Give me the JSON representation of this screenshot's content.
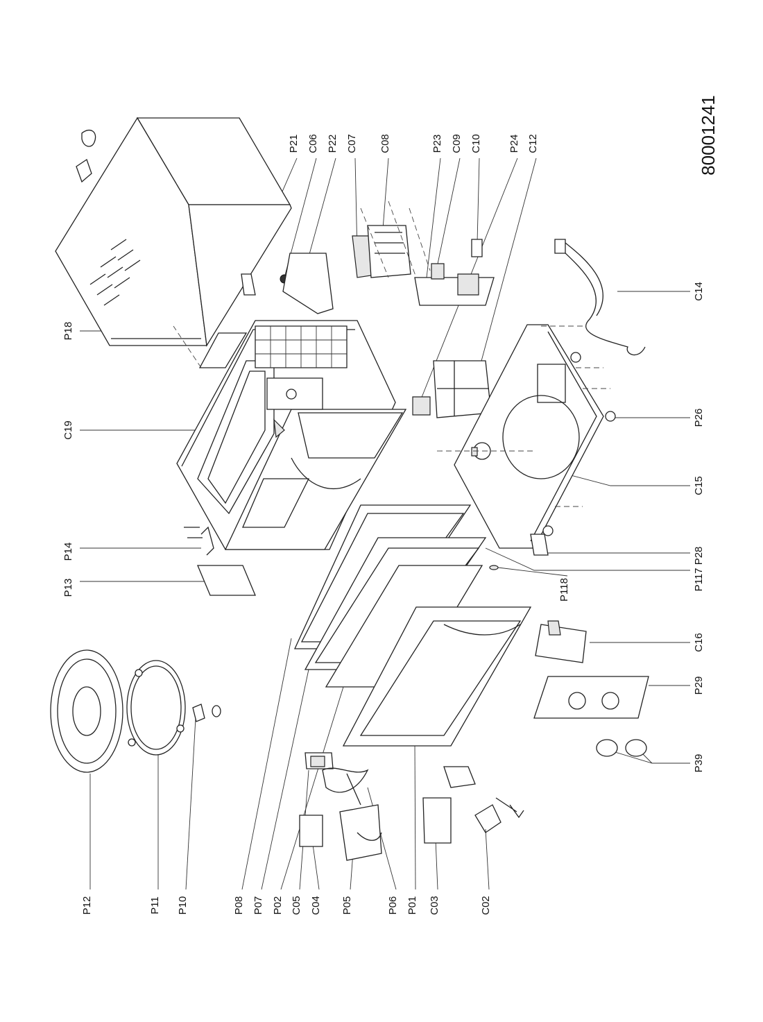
{
  "document_number": "80001241",
  "labels": {
    "P12": "P12",
    "P11": "P11",
    "P10": "P10",
    "P08": "P08",
    "P07": "P07",
    "P02": "P02",
    "C05": "C05",
    "C04": "C04",
    "P05": "P05",
    "P06": "P06",
    "P01": "P01",
    "C03": "C03",
    "C02": "C02",
    "P13": "P13",
    "P14": "P14",
    "C19": "C19",
    "P18": "P18",
    "P21": "P21",
    "C06": "C06",
    "P22": "P22",
    "C07": "C07",
    "C08": "C08",
    "P23": "P23",
    "C09": "C09",
    "C10": "C10",
    "P24": "P24",
    "C12": "C12",
    "C14": "C14",
    "P26": "P26",
    "C15": "C15",
    "P117_P28": "P117 P28",
    "P118": "P118",
    "C16": "C16",
    "P29": "P29",
    "P39": "P39"
  },
  "colors": {
    "line": "#222222",
    "background": "#ffffff",
    "shade": "#e6e6e6"
  }
}
